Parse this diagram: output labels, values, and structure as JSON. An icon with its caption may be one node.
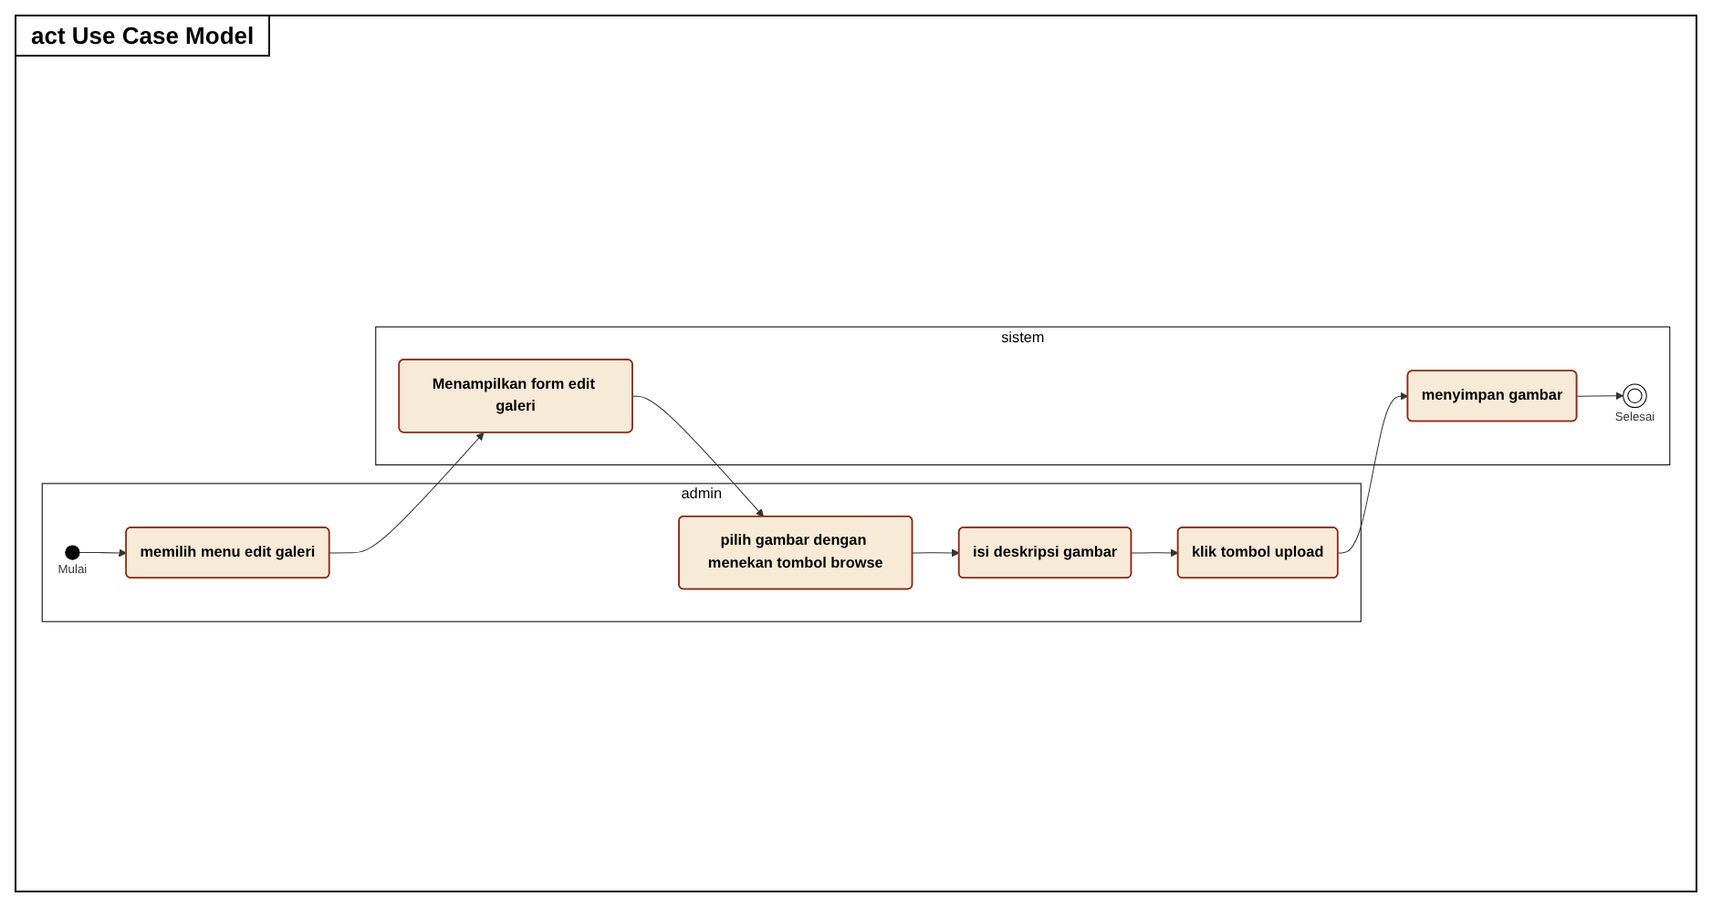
{
  "diagram": {
    "title": "act Use Case Model",
    "nodes": [
      {
        "text": [
          "admin"
        ]
      },
      {
        "text": [],
        "shape": "circle",
        "in": 0,
        "beside": [
          "Mulai"
        ]
      },
      {
        "text": [
          "memilih menu edit galeri"
        ],
        "in": 0
      },
      {
        "text": [
          "pilih gambar dengan menekan tombol browse"
        ],
        "in": 0
      },
      {
        "text": [
          "isi deskripsi gambar"
        ],
        "in": 0
      },
      {
        "text": [
          "klik tombol upload"
        ],
        "in": 0
      },
      {
        "text": [
          "sistem"
        ]
      },
      {
        "text": [
          "Menampilkan form edit galeri"
        ],
        "in": 6
      },
      {
        "text": [
          "menyimpan gambar"
        ],
        "in": 6
      },
      {
        "text": [],
        "shape": "circle",
        "in": 6,
        "beside": [
          "Selesai"
        ]
      }
    ],
    "edges": [
      {
        "from": 1,
        "to": 2,
        "arrow": "to"
      },
      {
        "from": 2,
        "to": 7,
        "arrow": "to"
      },
      {
        "from": 7,
        "to": 3,
        "arrow": "to"
      },
      {
        "from": 3,
        "to": 4,
        "arrow": "to"
      },
      {
        "from": 4,
        "to": 5,
        "arrow": "to"
      },
      {
        "from": 5,
        "to": 8,
        "arrow": "to"
      },
      {
        "from": 8,
        "to": 9,
        "arrow": "to"
      }
    ]
  }
}
